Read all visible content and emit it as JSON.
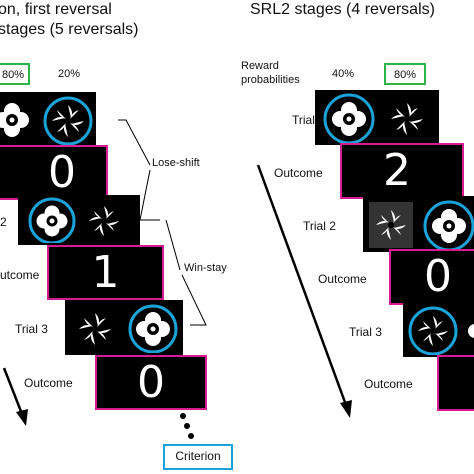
{
  "left": {
    "title_line1": "on, first reversal",
    "title_line2": "stages (5 reversals)",
    "prob_high": "80%",
    "prob_low": "20%",
    "outcome1": "0",
    "outcome2": "1",
    "outcome3": "0",
    "trial2_label": "2",
    "trial3_label": "Trial 3",
    "outcome_label_2": "utcome",
    "outcome_label_3": "Outcome",
    "annot_lose_shift": "Lose-shift",
    "annot_win_stay": "Win-stay",
    "criterion": "Criterion"
  },
  "right": {
    "title": "SRL2 stages (4 reversals)",
    "reward_label_line1": "Reward",
    "reward_label_line2": "probabilities",
    "prob_low": "40%",
    "prob_high": "80%",
    "trial1_label": "Trial 1",
    "trial2_label": "Trial 2",
    "trial3_label": "Trial 3",
    "outcome_label": "Outcome",
    "outcome1": "2",
    "outcome2": "0"
  },
  "colors": {
    "reward_box": "#2db34a",
    "choice_ring": "#1aa3d8",
    "outcome_border": "#d81b8f",
    "panel_bg": "#000000"
  }
}
